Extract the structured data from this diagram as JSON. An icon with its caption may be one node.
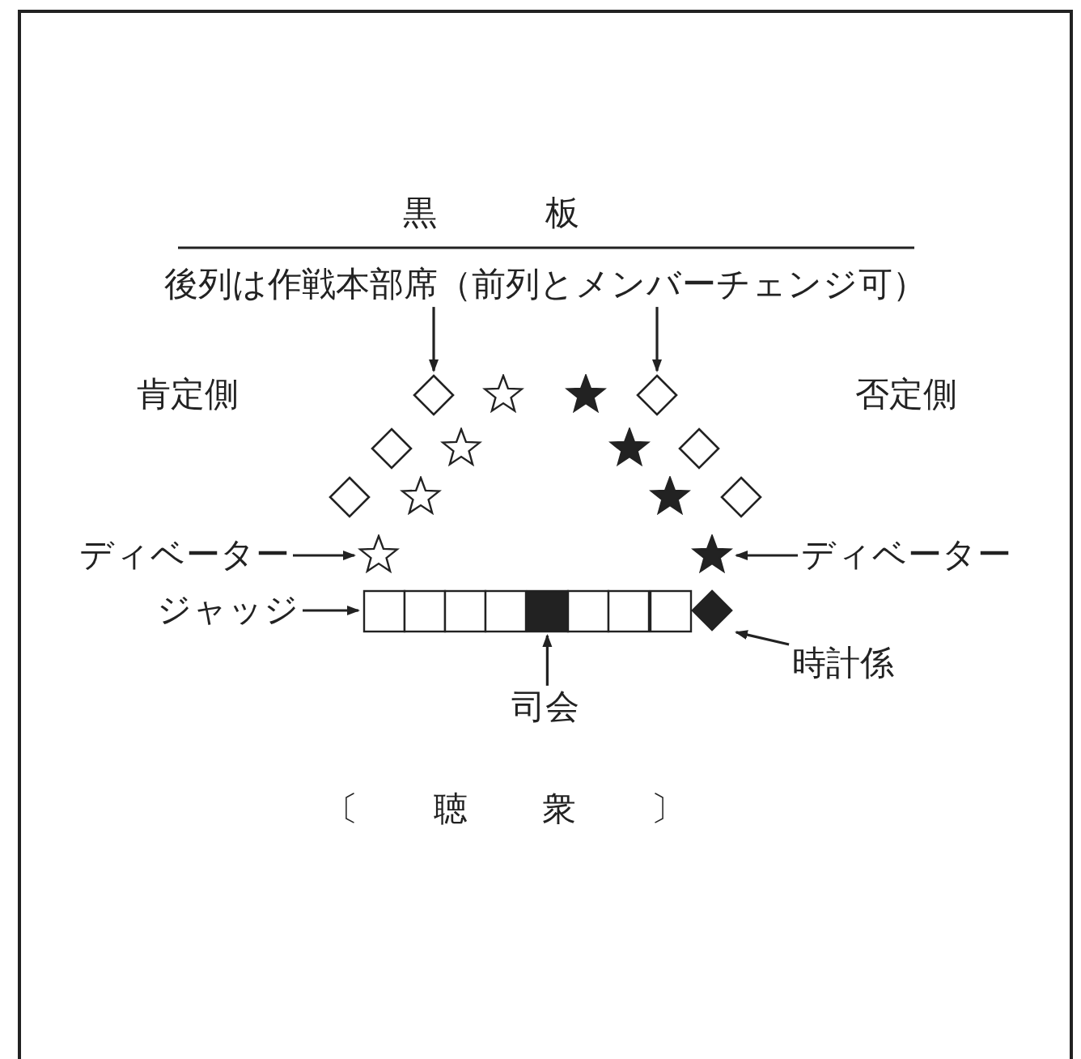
{
  "diagram": {
    "nodes": [
      {
        "text": [
          "後列は作戦本部席（前列とメンバーチェンジ可）"
        ]
      },
      {
        "text": [],
        "shape": "diamond"
      },
      {
        "text": [],
        "shape": "star"
      },
      {
        "text": [],
        "shape": "star"
      },
      {
        "text": [],
        "shape": "diamond"
      },
      {
        "text": [],
        "shape": "diamond"
      },
      {
        "text": [],
        "shape": "star"
      },
      {
        "text": [],
        "shape": "star"
      },
      {
        "text": [],
        "shape": "diamond"
      },
      {
        "text": [],
        "shape": "diamond"
      },
      {
        "text": [],
        "shape": "star"
      },
      {
        "text": [],
        "shape": "star"
      },
      {
        "text": [],
        "shape": "diamond"
      },
      {
        "text": [
          "ディベーター"
        ]
      },
      {
        "text": [],
        "shape": "star"
      },
      {
        "text": [],
        "shape": "star"
      },
      {
        "text": [
          "ディベーター"
        ]
      },
      {
        "text": [
          "ジャッジ"
        ]
      },
      {
        "text": [],
        "shape": "box"
      },
      {
        "text": [],
        "shape": "box"
      },
      {
        "text": [],
        "shape": "box"
      },
      {
        "text": [],
        "shape": "box"
      },
      {
        "text": [],
        "shape": "box"
      },
      {
        "text": [],
        "shape": "box"
      },
      {
        "text": [],
        "shape": "box"
      },
      {
        "text": [],
        "shape": "box"
      },
      {
        "text": [],
        "shape": "diamond"
      },
      {
        "text": [
          "時計係"
        ]
      },
      {
        "text": [
          "司会"
        ]
      }
    ],
    "edges": [
      {
        "from": 0,
        "to": 1,
        "arrow": "to"
      },
      {
        "from": 0,
        "to": 4,
        "arrow": "to"
      },
      {
        "from": 13,
        "to": 14,
        "arrow": "to"
      },
      {
        "from": 16,
        "to": 15,
        "arrow": "to"
      },
      {
        "from": 17,
        "to": 18,
        "arrow": "to"
      },
      {
        "from": 28,
        "to": 22,
        "arrow": "to"
      },
      {
        "from": 27,
        "to": 26,
        "arrow": "to"
      }
    ],
    "labels": [
      "黒板",
      "肯定側",
      "否定側",
      "〔聴衆〕"
    ]
  }
}
